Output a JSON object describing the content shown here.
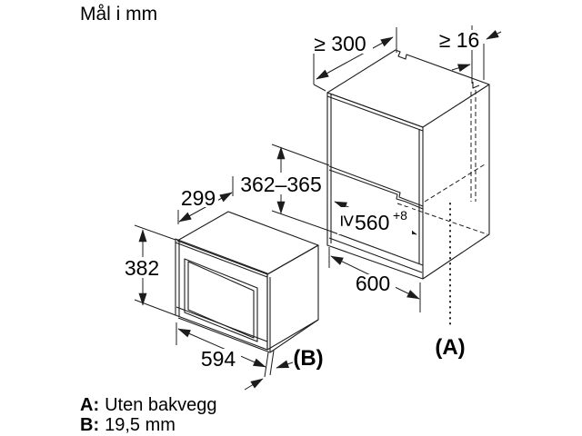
{
  "title": "Mål i mm",
  "dimensions": {
    "top_depth": "≥ 300",
    "side_gap": "≥ 16",
    "niche_height": "362–365",
    "cabinet_width": "600",
    "niche_width_geq": "≥",
    "niche_width_value": "560",
    "niche_width_sup": "+8",
    "oven_depth": "299",
    "oven_height": "382",
    "oven_width": "594"
  },
  "callouts": {
    "a": "(A)",
    "b": "(B)"
  },
  "legend": {
    "a_key": "A:",
    "a_text": "Uten bakvegg",
    "b_key": "B:",
    "b_text": "19,5 mm"
  },
  "colors": {
    "line": "#1c1c1c",
    "background": "#ffffff"
  }
}
